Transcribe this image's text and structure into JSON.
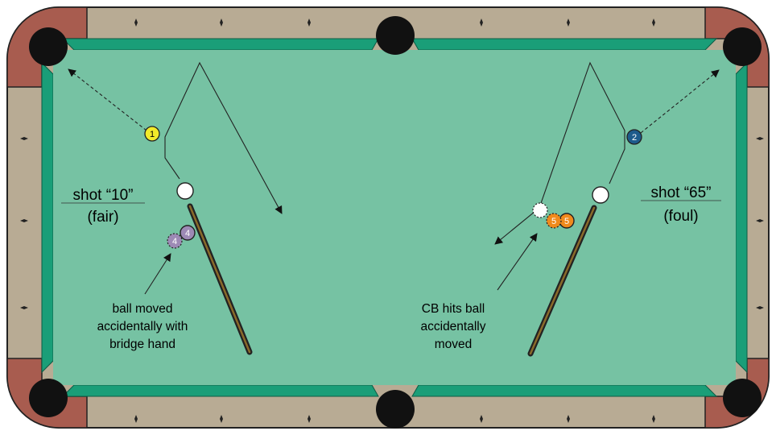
{
  "colors": {
    "cloth": "#76c2a3",
    "cushion": "#1a9e78",
    "rail": "#b8ab94",
    "corner_leather": "#a85c4f",
    "pocket": "#111111",
    "ball_1": "#f2ea2a",
    "ball_2": "#1d5b8c",
    "ball_4": "#9d8ab5",
    "ball_5": "#f08a1c",
    "cue_ball": "#ffffff"
  },
  "left_shot": {
    "title": "shot “10”",
    "verdict": "(fair)",
    "note_lines": [
      "ball moved",
      "accidentally with",
      "bridge hand"
    ]
  },
  "right_shot": {
    "title": "shot “65”",
    "verdict": "(foul)",
    "note_lines": [
      "CB hits ball",
      "accidentally",
      "moved"
    ]
  },
  "balls": {
    "one": "1",
    "two": "2",
    "four": "4",
    "four_ghost": "4",
    "five": "5",
    "five_ghost": "5"
  },
  "icons": {
    "diamond": "diamond-sight",
    "pocket": "pocket",
    "cue": "cue-stick"
  }
}
